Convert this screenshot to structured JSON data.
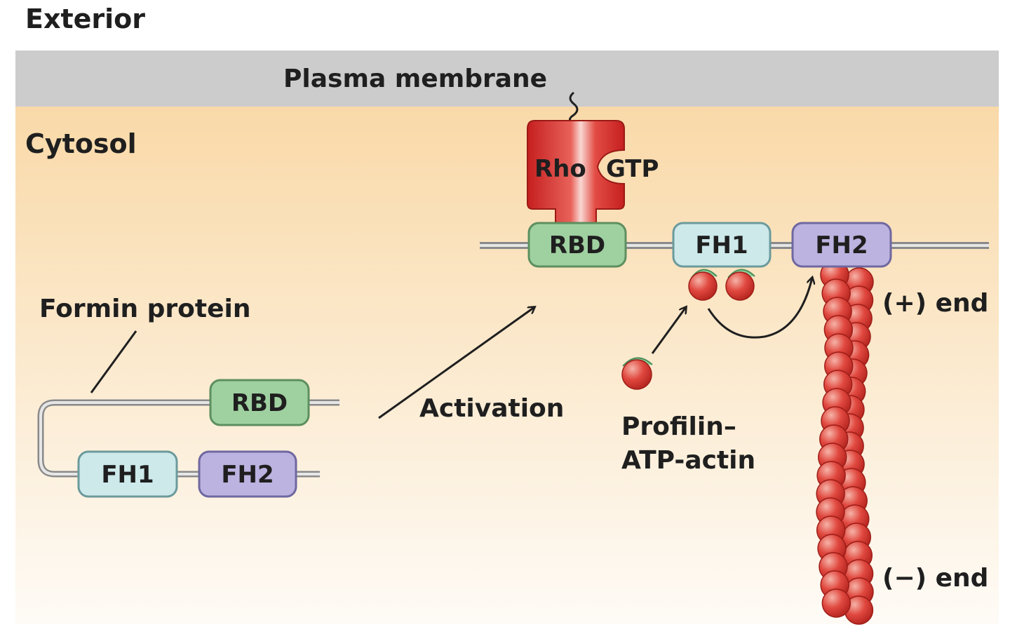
{
  "labels": {
    "exterior": "Exterior",
    "plasma_membrane": "Plasma membrane",
    "cytosol": "Cytosol",
    "formin_protein": "Formin protein",
    "activation": "Activation",
    "profilin_line1": "Profilin–",
    "profilin_line2": "ATP-actin",
    "plus_end": "(+) end",
    "minus_end": "(−) end"
  },
  "inactive_formin": {
    "rbd": "RBD",
    "fh1": "FH1",
    "fh2": "FH2"
  },
  "active_formin": {
    "rho": "Rho",
    "gtp": "GTP",
    "rbd": "RBD",
    "fh1": "FH1",
    "fh2": "FH2"
  },
  "colors": {
    "membrane": "#cccccd",
    "cytosol_top": "#f9d9a8",
    "cytosol_bottom": "#fefbf5",
    "rbd": "#9fd0a0",
    "fh1": "#cde9ea",
    "fh2": "#bcb3e0",
    "rho": "#d9302c",
    "actin": "#d8463e",
    "profilin": "#8fcf9c"
  }
}
